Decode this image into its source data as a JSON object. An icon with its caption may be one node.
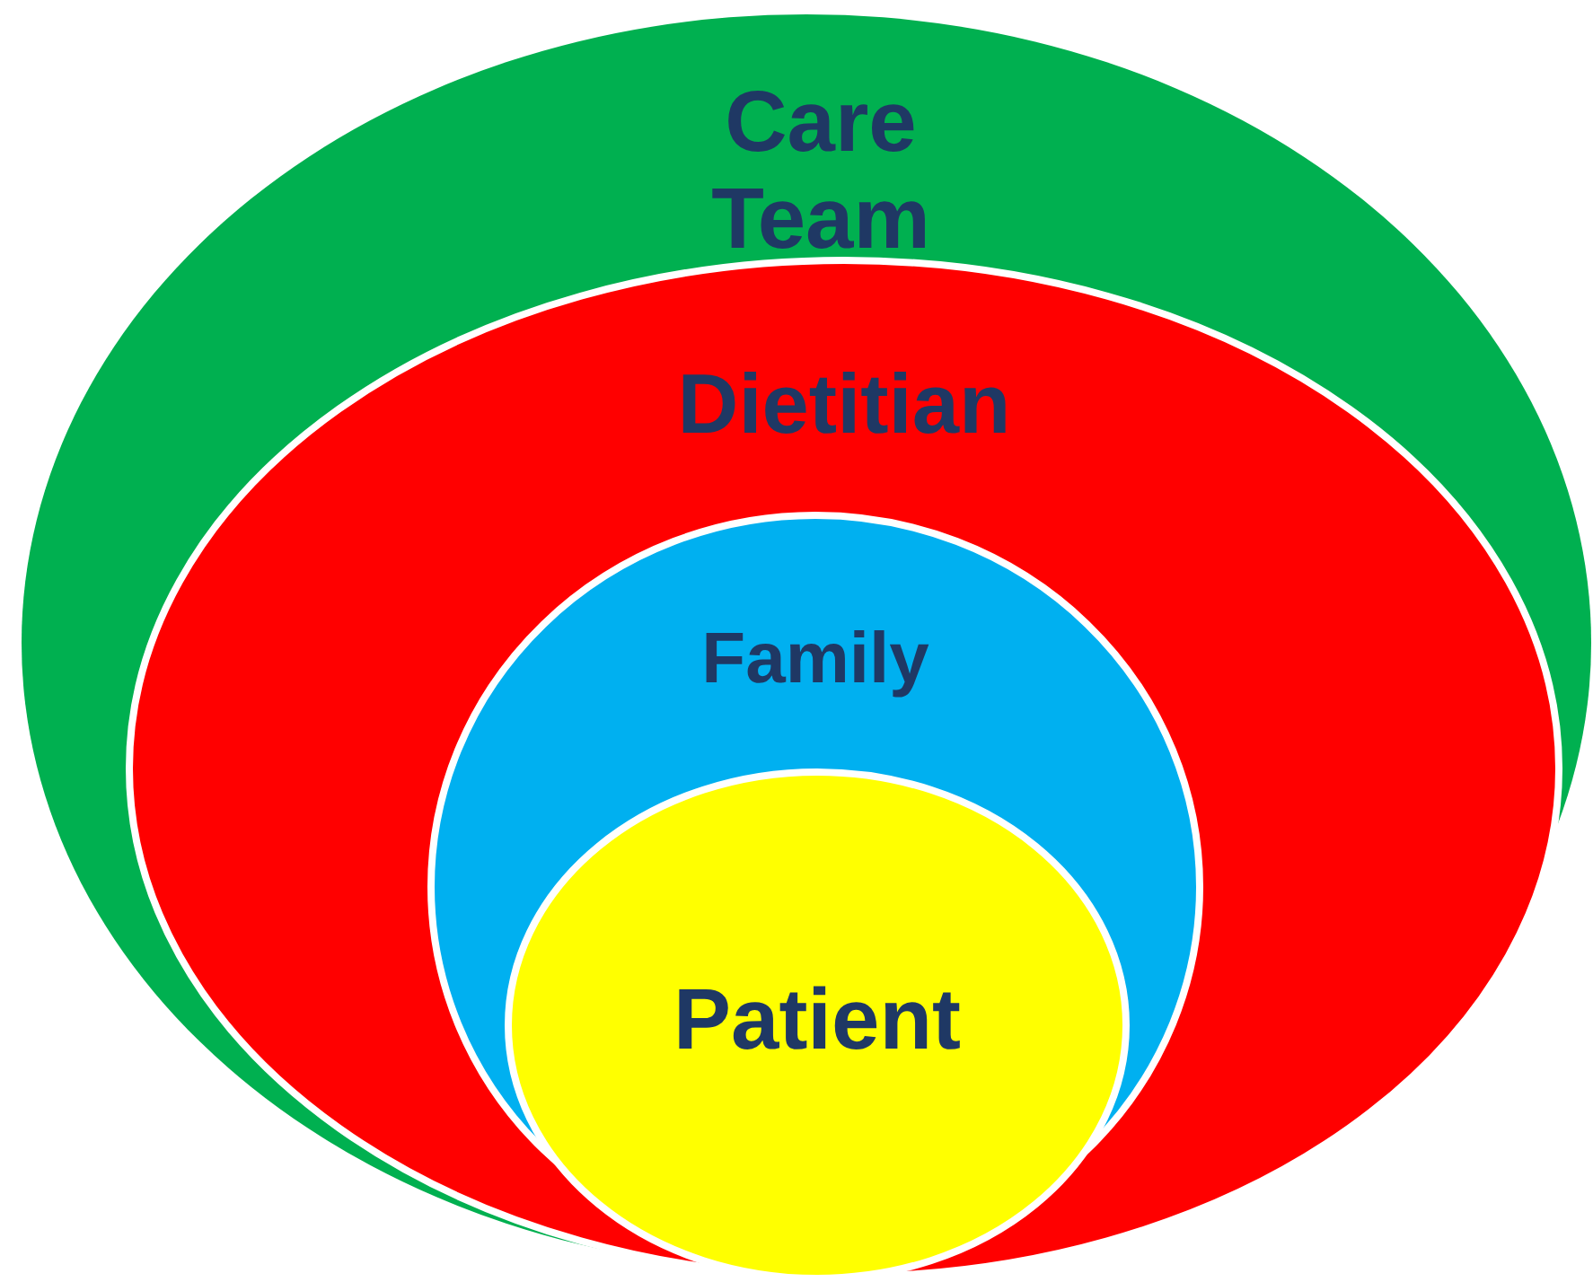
{
  "diagram": {
    "nodes": [
      {
        "text": [
          "Care Team"
        ]
      },
      {
        "text": [
          "Dietitian"
        ],
        "in": 0
      },
      {
        "text": [
          "Family"
        ],
        "in": 1
      },
      {
        "text": [
          "Patient"
        ],
        "in": 2
      }
    ]
  }
}
